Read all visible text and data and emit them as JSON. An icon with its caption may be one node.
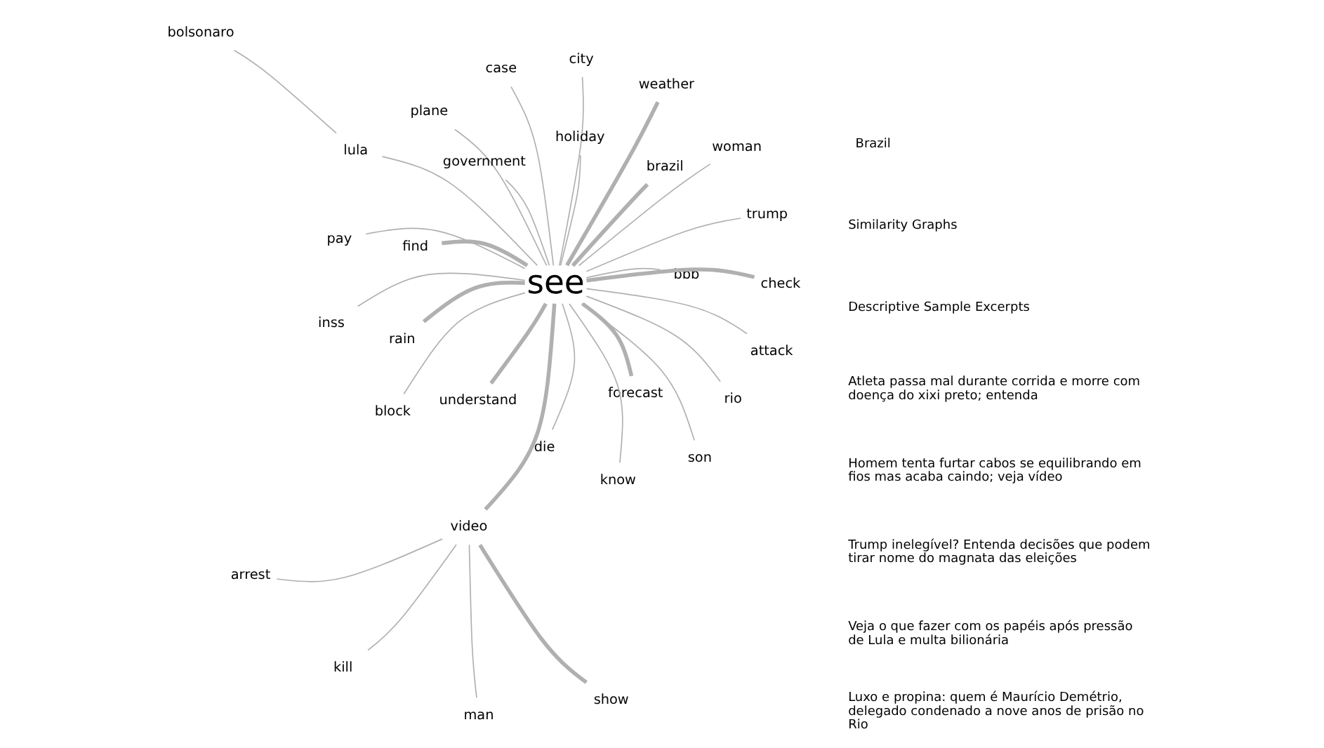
{
  "diagram": {
    "nodes": [
      {
        "text": [
          "inss"
        ]
      },
      {
        "text": [
          "check"
        ]
      },
      {
        "text": [
          "know"
        ]
      },
      {
        "text": [
          "case"
        ]
      },
      {
        "text": [
          "bbb"
        ]
      },
      {
        "text": [
          "kill"
        ]
      },
      {
        "text": [
          "block"
        ]
      },
      {
        "text": [
          "rio"
        ]
      },
      {
        "text": [
          "die"
        ]
      },
      {
        "text": [
          "man"
        ]
      },
      {
        "text": [
          "forecast"
        ]
      },
      {
        "text": [
          "pay"
        ]
      },
      {
        "text": [
          "show"
        ]
      },
      {
        "text": [
          "trump"
        ]
      },
      {
        "text": [
          "see"
        ]
      },
      {
        "text": [
          "video"
        ]
      },
      {
        "text": [
          "lula"
        ]
      },
      {
        "text": [
          "plane"
        ]
      },
      {
        "text": [
          "arrest"
        ]
      },
      {
        "text": [
          "bolsonaro"
        ]
      },
      {
        "text": [
          "find"
        ]
      },
      {
        "text": [
          "rain"
        ]
      },
      {
        "text": [
          "brazil"
        ]
      },
      {
        "text": [
          "weather"
        ]
      },
      {
        "text": [
          "city"
        ]
      },
      {
        "text": [
          "son"
        ]
      },
      {
        "text": [
          "woman"
        ]
      },
      {
        "text": [
          "government"
        ]
      },
      {
        "text": [
          "understand"
        ]
      },
      {
        "text": [
          "attack"
        ]
      },
      {
        "text": [
          "holiday"
        ]
      }
    ],
    "edges": [
      {
        "from": 14,
        "to": 0,
        "arrow": "none"
      },
      {
        "from": 14,
        "to": 1,
        "arrow": "none",
        "style": "thick"
      },
      {
        "from": 14,
        "to": 2,
        "arrow": "none"
      },
      {
        "from": 14,
        "to": 3,
        "arrow": "none"
      },
      {
        "from": 14,
        "to": 4,
        "arrow": "none"
      },
      {
        "from": 14,
        "to": 6,
        "arrow": "none"
      },
      {
        "from": 14,
        "to": 7,
        "arrow": "none"
      },
      {
        "from": 14,
        "to": 8,
        "arrow": "none"
      },
      {
        "from": 14,
        "to": 10,
        "arrow": "none",
        "style": "thick"
      },
      {
        "from": 14,
        "to": 11,
        "arrow": "none"
      },
      {
        "from": 14,
        "to": 13,
        "arrow": "none"
      },
      {
        "from": 14,
        "to": 15,
        "arrow": "none",
        "style": "thick"
      },
      {
        "from": 14,
        "to": 16,
        "arrow": "none"
      },
      {
        "from": 14,
        "to": 17,
        "arrow": "none"
      },
      {
        "from": 14,
        "to": 20,
        "arrow": "none",
        "style": "thick"
      },
      {
        "from": 14,
        "to": 21,
        "arrow": "none",
        "style": "thick"
      },
      {
        "from": 14,
        "to": 22,
        "arrow": "none",
        "style": "thick"
      },
      {
        "from": 14,
        "to": 23,
        "arrow": "none",
        "style": "thick"
      },
      {
        "from": 14,
        "to": 24,
        "arrow": "none"
      },
      {
        "from": 14,
        "to": 25,
        "arrow": "none"
      },
      {
        "from": 14,
        "to": 26,
        "arrow": "none"
      },
      {
        "from": 14,
        "to": 27,
        "arrow": "none"
      },
      {
        "from": 14,
        "to": 28,
        "arrow": "none",
        "style": "thick"
      },
      {
        "from": 14,
        "to": 29,
        "arrow": "none"
      },
      {
        "from": 14,
        "to": 30,
        "arrow": "none"
      },
      {
        "from": 15,
        "to": 12,
        "arrow": "none",
        "style": "thick"
      },
      {
        "from": 15,
        "to": 9,
        "arrow": "none"
      },
      {
        "from": 15,
        "to": 5,
        "arrow": "none"
      },
      {
        "from": 15,
        "to": 18,
        "arrow": "none"
      },
      {
        "from": 16,
        "to": 19,
        "arrow": "none"
      }
    ],
    "labels": [
      "Similarity Graphs",
      "Descriptive Sample Excerpts",
      "Brazil",
      "Veja o que fazer com os papéis após pressão de Lula e multa bilionária",
      "Luxo e propina: quem é Maurício Demétrio, delegado condenado a nove anos de prisão no Rio",
      "Trump inelegível? Entenda decisões que podem tirar nome do magnata das eleições",
      "Homem tenta furtar cabos se equilibrando em fios mas acaba caindo; veja vídeo",
      "Atleta passa mal durante corrida e morre com doença do xixi preto; entenda"
    ]
  }
}
